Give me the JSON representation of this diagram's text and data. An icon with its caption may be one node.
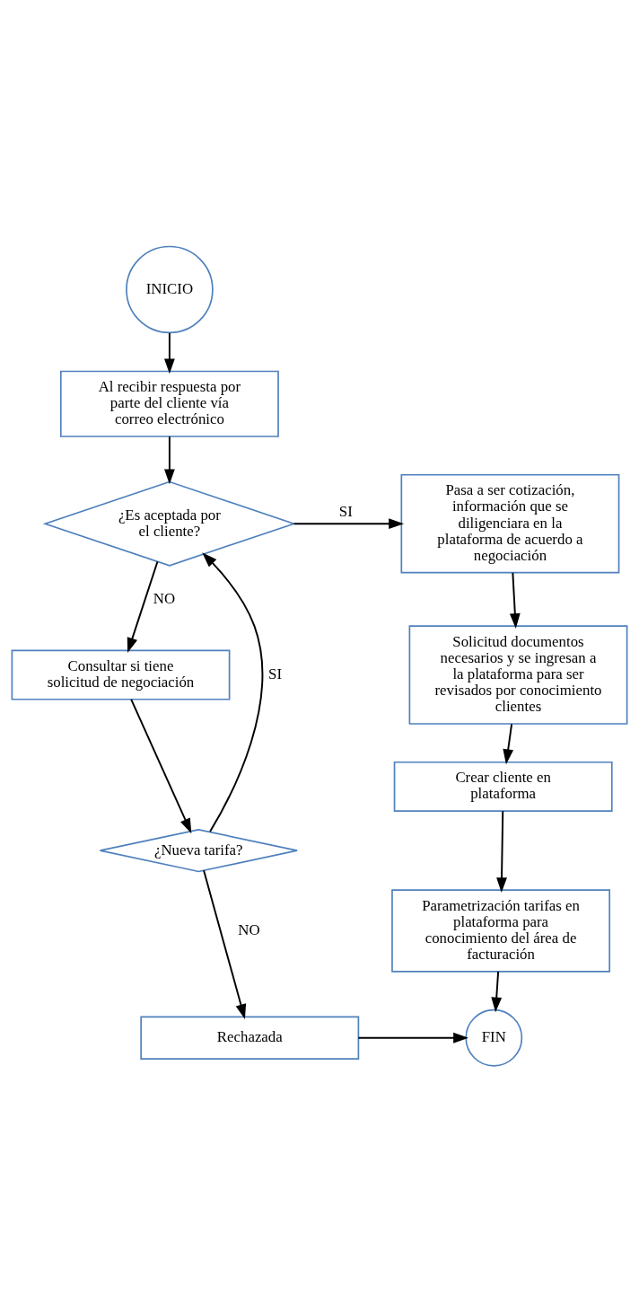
{
  "diagram": {
    "nodes": [
      {
        "text": [
          "INICIO"
        ]
      },
      {
        "text": [
          "Al recibir respuesta por parte del cliente vía correo electrónico"
        ]
      },
      {
        "text": [
          "¿Es aceptada por el cliente?"
        ]
      },
      {
        "text": [
          "Pasa a ser cotización, información que se diligenciara en la plataforma de acuerdo a negociación"
        ]
      },
      {
        "text": [
          "Consultar si tiene solicitud de negociación"
        ]
      },
      {
        "text": [
          "Solicitud documentos necesarios y se ingresan a la plataforma para ser revisados por conocimiento clientes"
        ]
      },
      {
        "text": [
          "¿Nueva tarifa?"
        ]
      },
      {
        "text": [
          "Crear cliente en plataforma"
        ]
      },
      {
        "text": [
          "Parametrización tarifas en plataforma para conocimiento del área de facturación"
        ]
      },
      {
        "text": [
          "Rechazada"
        ]
      },
      {
        "text": [
          "FIN"
        ]
      }
    ],
    "edges": [
      {
        "from": 0,
        "to": 1,
        "arrow": "to"
      },
      {
        "from": 1,
        "to": 2,
        "arrow": "to"
      },
      {
        "from": 2,
        "to": 3,
        "arrow": "to",
        "label": "SI"
      },
      {
        "from": 2,
        "to": 4,
        "arrow": "to",
        "label": "NO"
      },
      {
        "from": 3,
        "to": 5,
        "arrow": "to"
      },
      {
        "from": 4,
        "to": 6,
        "arrow": "to"
      },
      {
        "from": 6,
        "to": 2,
        "arrow": "to",
        "label": "SI"
      },
      {
        "from": 6,
        "to": 9,
        "arrow": "to",
        "label": "NO"
      },
      {
        "from": 5,
        "to": 7,
        "arrow": "to"
      },
      {
        "from": 7,
        "to": 8,
        "arrow": "to"
      },
      {
        "from": 8,
        "to": 10,
        "arrow": "to"
      },
      {
        "from": 9,
        "to": 10,
        "arrow": "to"
      }
    ]
  }
}
